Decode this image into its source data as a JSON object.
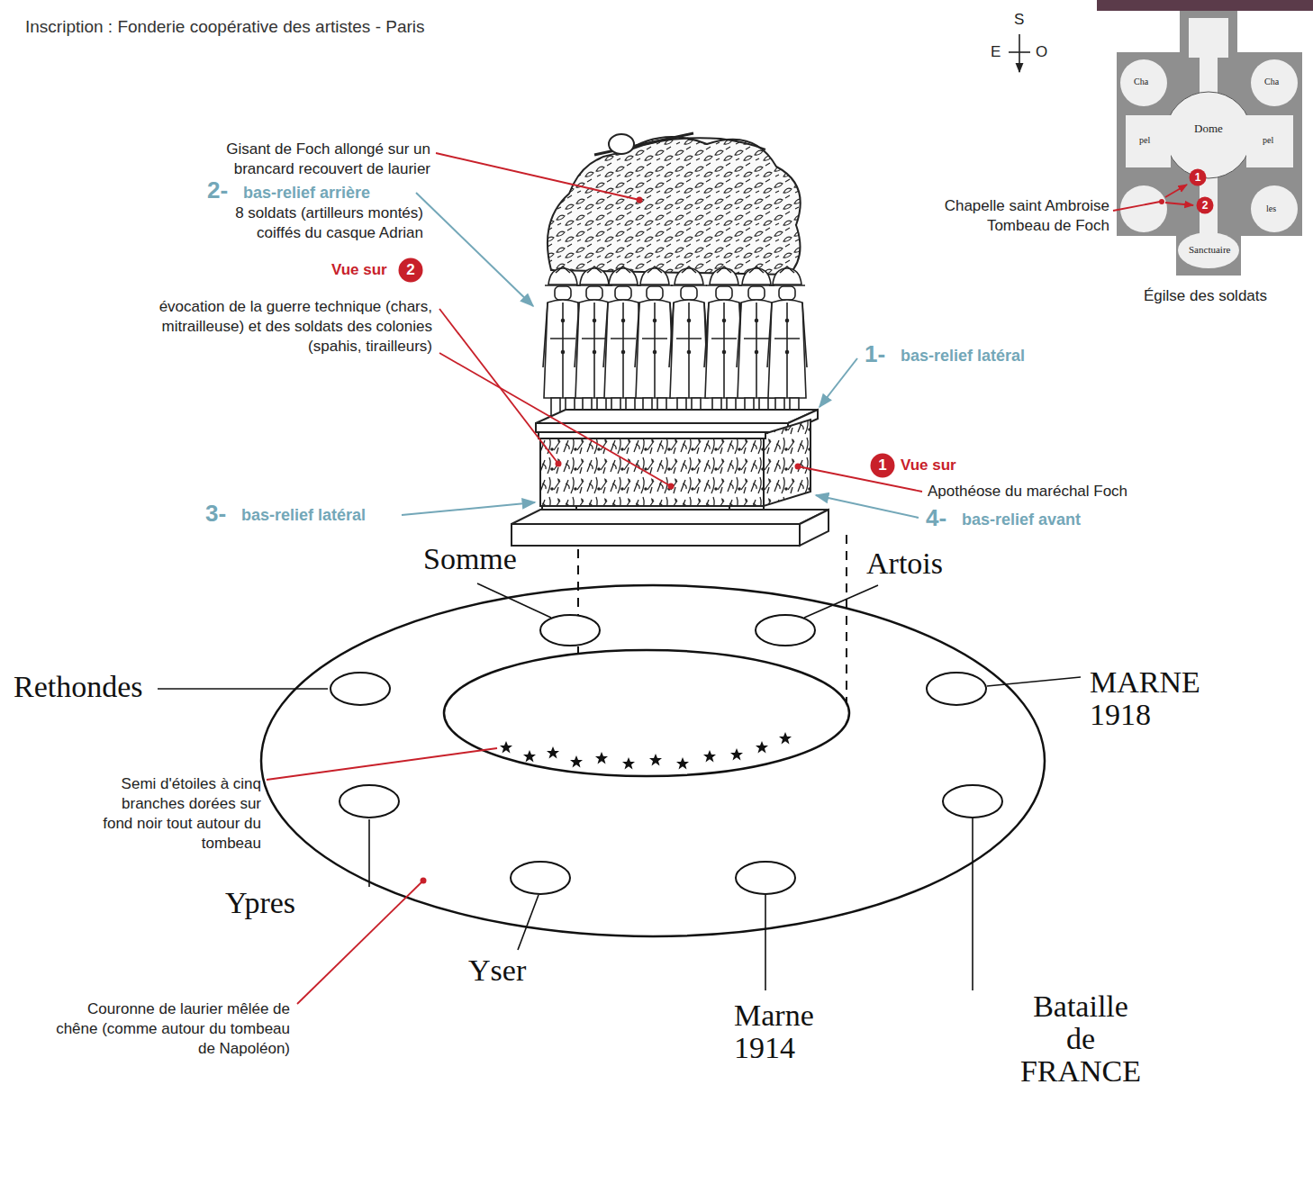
{
  "diagram": {
    "nodes": [
      {
        "text": [
          "1"
        ]
      },
      {
        "text": [
          "2"
        ]
      },
      {
        "text": [
          "2"
        ]
      },
      {
        "text": [
          "1"
        ]
      }
    ],
    "labels": [
      "Inscription : Fonderie coopérative des artistes - Paris",
      "S",
      "E",
      "O",
      "Cha",
      "Cha",
      "Dome",
      "pel",
      "pel",
      "les",
      "Sanctuaire",
      "Gisant de Foch allongé sur un brancard recouvert de laurier",
      "2-",
      "bas-relief arrière",
      "8 soldats (artilleurs montés) coiffés du casque Adrian",
      "Chapelle saint Ambroise Tombeau de Foch",
      "Égilse des soldats",
      "Vue sur",
      "évocation de la guerre technique (chars, mitrailleuse) et des soldats des colonies (spahis, tirailleurs)",
      "1-",
      "bas-relief latéral",
      "Vue sur",
      "Apothéose du maréchal Foch",
      "3-",
      "bas-relief latéral",
      "4-",
      "bas-relief avant",
      "Somme",
      "Artois",
      "Rethondes",
      "MARNE 1918",
      "Semi d'étoiles à cinq branches dorées sur fond noir tout autour du tombeau",
      "Ypres",
      "Bataille de FRANCE",
      "Yser",
      "Marne 1914",
      "Couronne de laurier mêlée de chêne (comme autour du tombeau de Napoléon)"
    ]
  }
}
